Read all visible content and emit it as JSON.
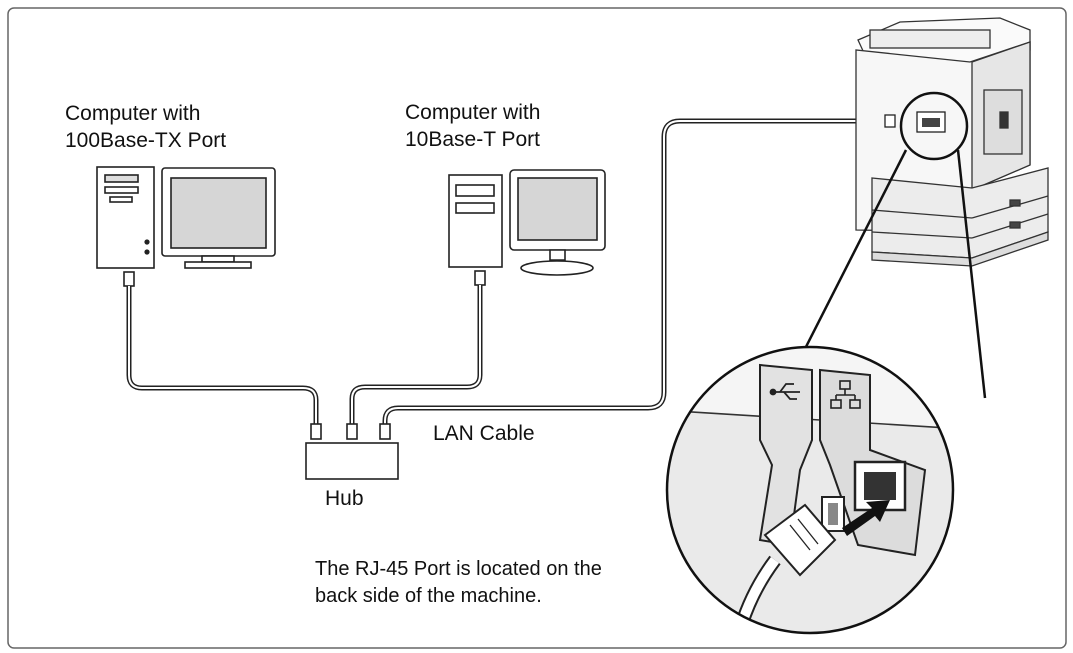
{
  "labels": {
    "computer1_line1": "Computer with",
    "computer1_line2": "100Base-TX Port",
    "computer2_line1": "Computer with",
    "computer2_line2": "10Base-T Port",
    "lan_cable": "LAN Cable",
    "hub": "Hub",
    "note_line1": "The RJ-45 Port is located on the",
    "note_line2": "back side of the machine."
  },
  "icons": {
    "usb": "usb-icon",
    "network": "network-icon"
  }
}
